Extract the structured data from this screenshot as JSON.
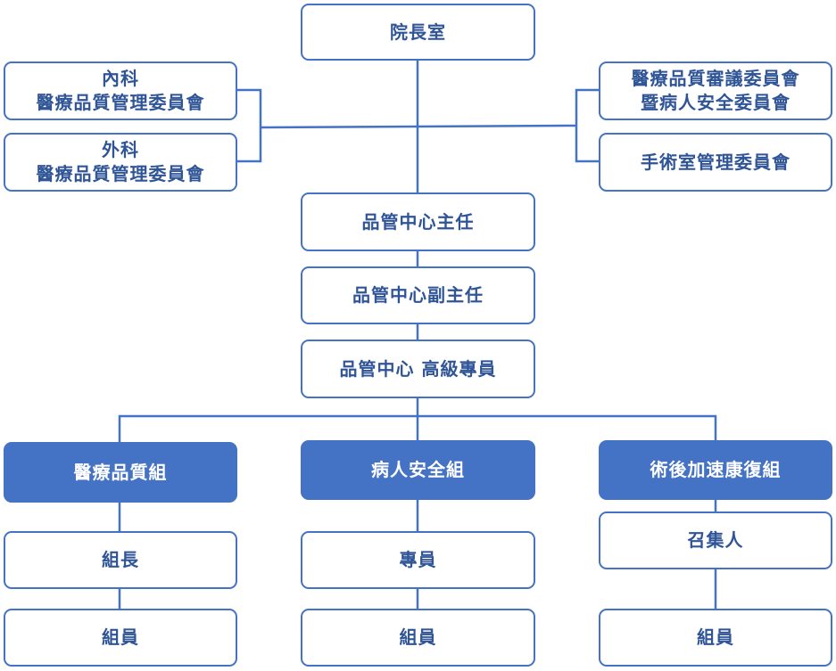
{
  "chart": {
    "top": {
      "label": "院長室"
    },
    "left_committees": [
      {
        "line1": "內科",
        "line2": "醫療品質管理委員會"
      },
      {
        "line1": "外科",
        "line2": "醫療品質管理委員會"
      }
    ],
    "right_committees": [
      {
        "line1": "醫療品質審議委員會",
        "line2": "暨病人安全委員會"
      },
      {
        "line1": "手術室管理委員會"
      }
    ],
    "center_chain": [
      "品管中心主任",
      "品管中心副主任",
      "品管中心 高級專員"
    ],
    "groups": [
      {
        "name": "醫療品質組",
        "members": [
          "組長",
          "組員"
        ]
      },
      {
        "name": "病人安全組",
        "members": [
          "專員",
          "組員"
        ]
      },
      {
        "name": "術後加速康復組",
        "members": [
          "召集人",
          "組員"
        ]
      }
    ]
  },
  "colors": {
    "primary": "#4472c4",
    "text": "#2f5597",
    "filled_text": "#ffffff",
    "line": "#4472c4"
  }
}
